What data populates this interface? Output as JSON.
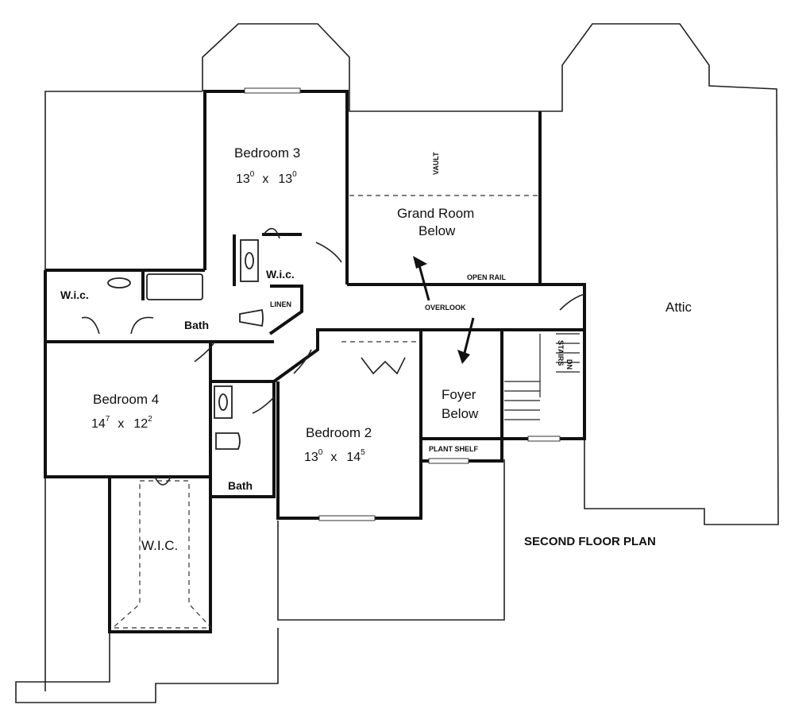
{
  "title": "SECOND FLOOR PLAN",
  "rooms": {
    "bedroom3": {
      "name": "Bedroom 3",
      "w": "13",
      "wsup": "0",
      "h": "13",
      "hsup": "0",
      "x": "x"
    },
    "bedroom4": {
      "name": "Bedroom 4",
      "w": "14",
      "wsup": "7",
      "h": "12",
      "hsup": "2",
      "x": "x"
    },
    "bedroom2": {
      "name": "Bedroom 2",
      "w": "13",
      "wsup": "0",
      "h": "14",
      "hsup": "5",
      "x": "x"
    },
    "grand_room": {
      "line1": "Grand Room",
      "line2": "Below"
    },
    "foyer": {
      "line1": "Foyer",
      "line2": "Below"
    },
    "attic": "Attic",
    "bath_main": "Bath",
    "bath_small": "Bath",
    "wic_left": "W.i.c.",
    "wic_bedroom3": "W.i.c.",
    "wic_large": "W.I.C."
  },
  "notes": {
    "vault": "VAULT",
    "open_rail": "OPEN RAIL",
    "overlook": "OVERLOOK",
    "linen": "LINEN",
    "plant_shelf": "PLANT SHELF",
    "stairs": "STAIRS",
    "dn": "DN"
  }
}
